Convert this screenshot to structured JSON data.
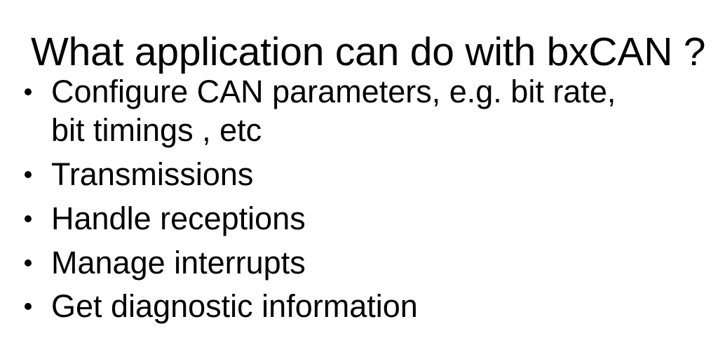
{
  "slide": {
    "title": "What application can do with bxCAN ?",
    "background_color": "#ffffff",
    "text_color": "#000000",
    "bullet_glyph": "bullet-dot",
    "bullets": [
      {
        "text": "Configure CAN parameters, e.g. bit rate, bit timings , etc"
      },
      {
        "text": "Transmissions"
      },
      {
        "text": "Handle receptions"
      },
      {
        "text": "Manage interrupts"
      },
      {
        "text": "Get diagnostic information"
      }
    ]
  }
}
